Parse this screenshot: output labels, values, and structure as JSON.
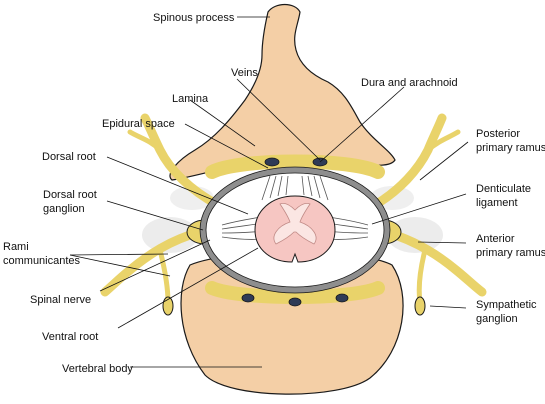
{
  "labels": {
    "spinous_process": "Spinous process",
    "veins": "Veins",
    "lamina": "Lamina",
    "dura_and_arachnoid": "Dura and arachnoid",
    "epidural_space": "Epidural space",
    "dorsal_root": "Dorsal root",
    "posterior_primary_ramus_1": "Posterior",
    "posterior_primary_ramus_2": "primary ramus",
    "dorsal_root_ganglion_1": "Dorsal root",
    "dorsal_root_ganglion_2": "ganglion",
    "denticulate_ligament_1": "Denticulate",
    "denticulate_ligament_2": "ligament",
    "rami_communicantes_1": "Rami",
    "rami_communicantes_2": "communicantes",
    "anterior_primary_ramus_1": "Anterior",
    "anterior_primary_ramus_2": "primary ramus",
    "spinal_nerve": "Spinal nerve",
    "sympathetic_ganglion_1": "Sympathetic",
    "sympathetic_ganglion_2": "ganglion",
    "ventral_root": "Ventral root",
    "vertebral_body": "Vertebral body"
  },
  "colors": {
    "bone": "#f4cfa6",
    "nerve": "#e9d36a",
    "dura": "#8e8e8e",
    "cord": "#f6c6c2",
    "grey_matter": "#fbe6e3",
    "vein": "#2f3b56",
    "outline": "#1a1a1a"
  }
}
